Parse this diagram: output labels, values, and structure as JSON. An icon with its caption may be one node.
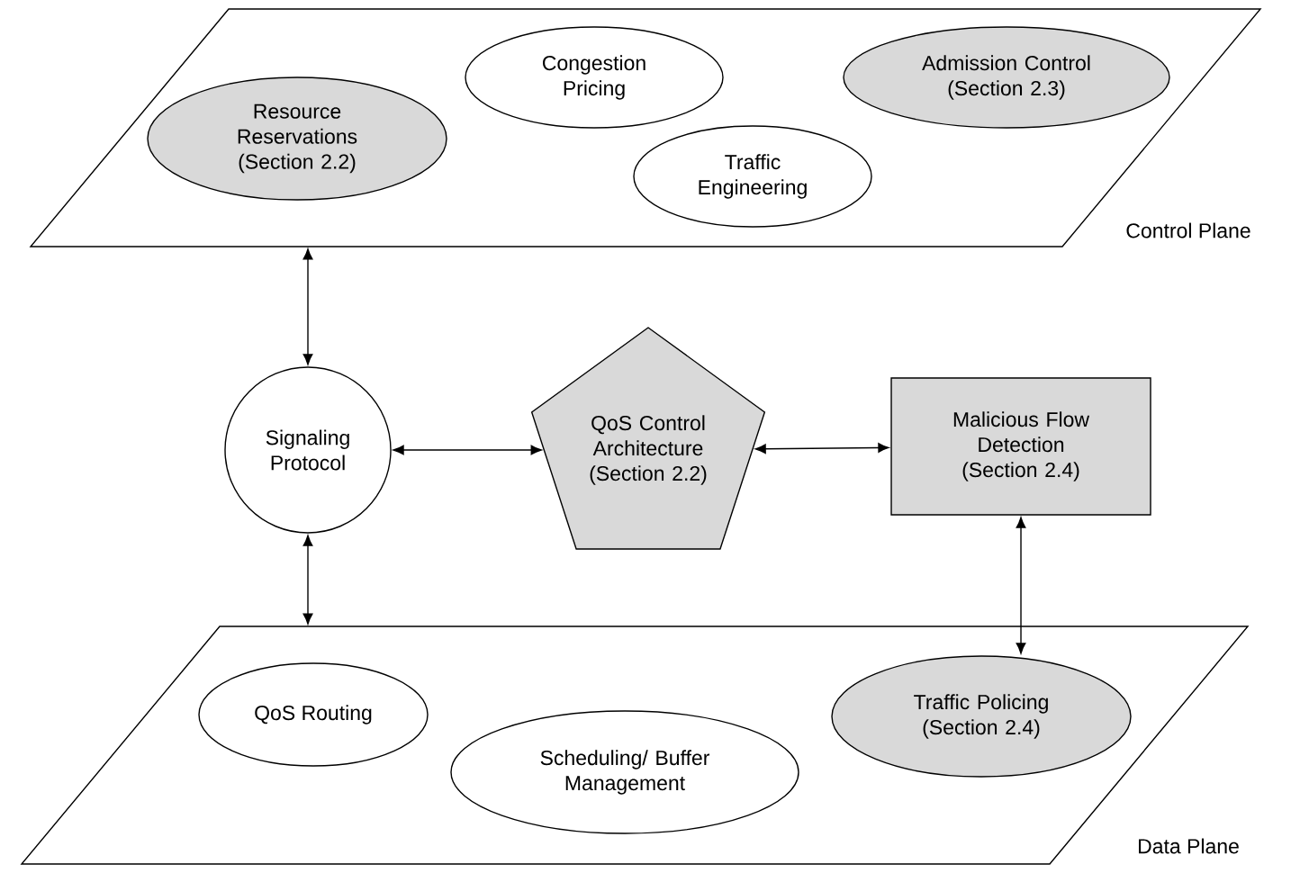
{
  "diagram": {
    "nodes": [
      {
        "text": [
          "Control Plane"
        ]
      },
      {
        "text": [
          "Resource Reservations (Section 2.2)"
        ],
        "in": 0
      },
      {
        "text": [
          "Congestion Pricing"
        ],
        "in": 0
      },
      {
        "text": [
          "Admission Control (Section 2.3)"
        ],
        "in": 0
      },
      {
        "text": [
          "Traffic Engineering"
        ],
        "in": 0
      },
      {
        "text": [
          "Signaling Protocol"
        ]
      },
      {
        "text": [
          "QoS Control Architecture (Section 2.2)"
        ]
      },
      {
        "text": [
          "Malicious Flow Detection (Section 2.4)"
        ]
      },
      {
        "text": [
          "Data Plane"
        ]
      },
      {
        "text": [
          "QoS Routing"
        ],
        "in": 8
      },
      {
        "text": [
          "Scheduling/ Buffer Management"
        ],
        "in": 8
      },
      {
        "text": [
          "Traffic Policing (Section 2.4)"
        ],
        "in": 8
      }
    ],
    "edges": [
      {
        "from": 0,
        "to": 5,
        "arrow": "both"
      },
      {
        "from": 5,
        "to": 6,
        "arrow": "both"
      },
      {
        "from": 6,
        "to": 7,
        "arrow": "both"
      },
      {
        "from": 5,
        "to": 8,
        "arrow": "both"
      },
      {
        "from": 7,
        "to": 11,
        "arrow": "both"
      }
    ]
  }
}
